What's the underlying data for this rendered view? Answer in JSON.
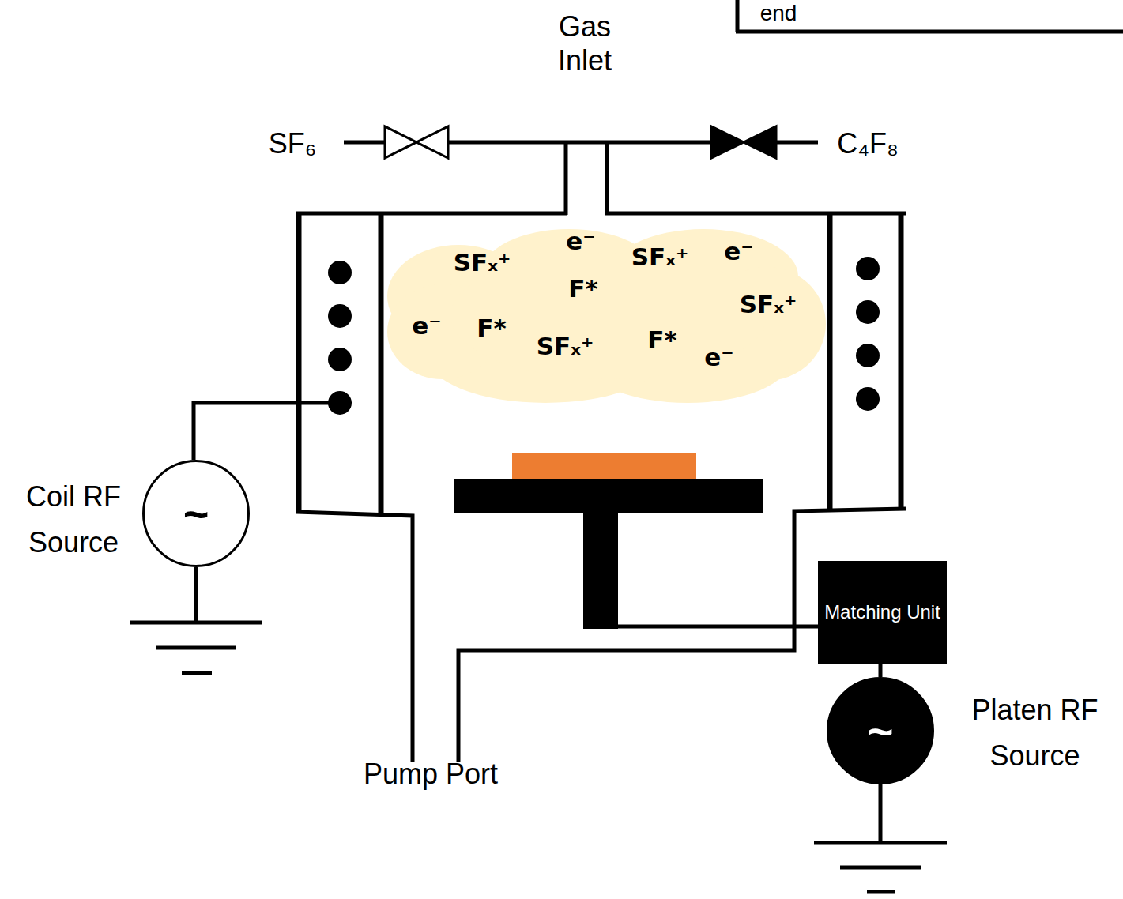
{
  "diagram": {
    "nodes": [
      {
        "text": [
          "e⁻",
          "e⁻",
          "SFₓ⁺",
          "SFₓ⁺",
          "F*",
          "SFₓ⁺",
          "e⁻",
          "F*",
          "F*",
          "SFₓ⁺",
          "e⁻"
        ]
      },
      {
        "text": [
          "Coil RF Source",
          "~"
        ]
      },
      {
        "text": [
          "Matching Unit"
        ]
      },
      {
        "text": [
          "Platen RF Source",
          "~"
        ]
      }
    ],
    "edges": [
      {
        "from": 2,
        "to": 3,
        "arrow": "none"
      }
    ],
    "labels": [
      "Gas Inlet",
      "SF₆",
      "C₄F₈",
      "Pump Port",
      "end"
    ]
  }
}
